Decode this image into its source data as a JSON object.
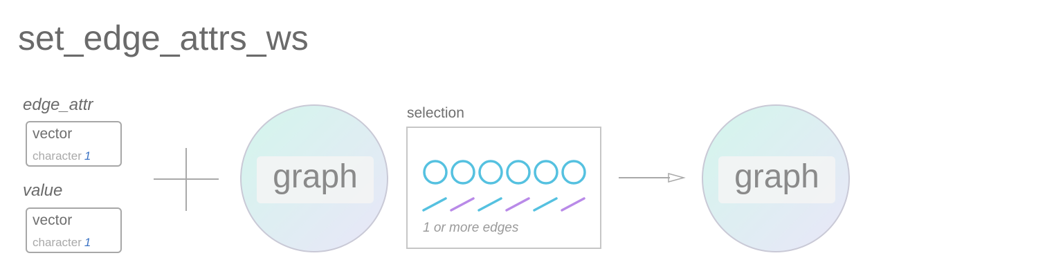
{
  "title": "set_edge_attrs_ws",
  "inputs": [
    {
      "name": "edge_attr",
      "type": "vector",
      "subtype": "character",
      "length": "1"
    },
    {
      "name": "value",
      "type": "vector",
      "subtype": "character",
      "length": "1"
    }
  ],
  "graph_in": {
    "label": "graph"
  },
  "selection": {
    "label": "selection",
    "caption": "1 or more edges",
    "node_count": 6,
    "edge_colors": [
      "#55c1e0",
      "#b98ae8",
      "#55c1e0",
      "#b98ae8",
      "#55c1e0",
      "#b98ae8"
    ],
    "node_color": "#55c1e0"
  },
  "graph_out": {
    "label": "graph"
  },
  "colors": {
    "text": "#6a6a6a",
    "graph_fill_top": "#d7f5ee",
    "graph_fill_bottom": "#e6e6f8",
    "graph_stroke": "#c8c8d6"
  }
}
